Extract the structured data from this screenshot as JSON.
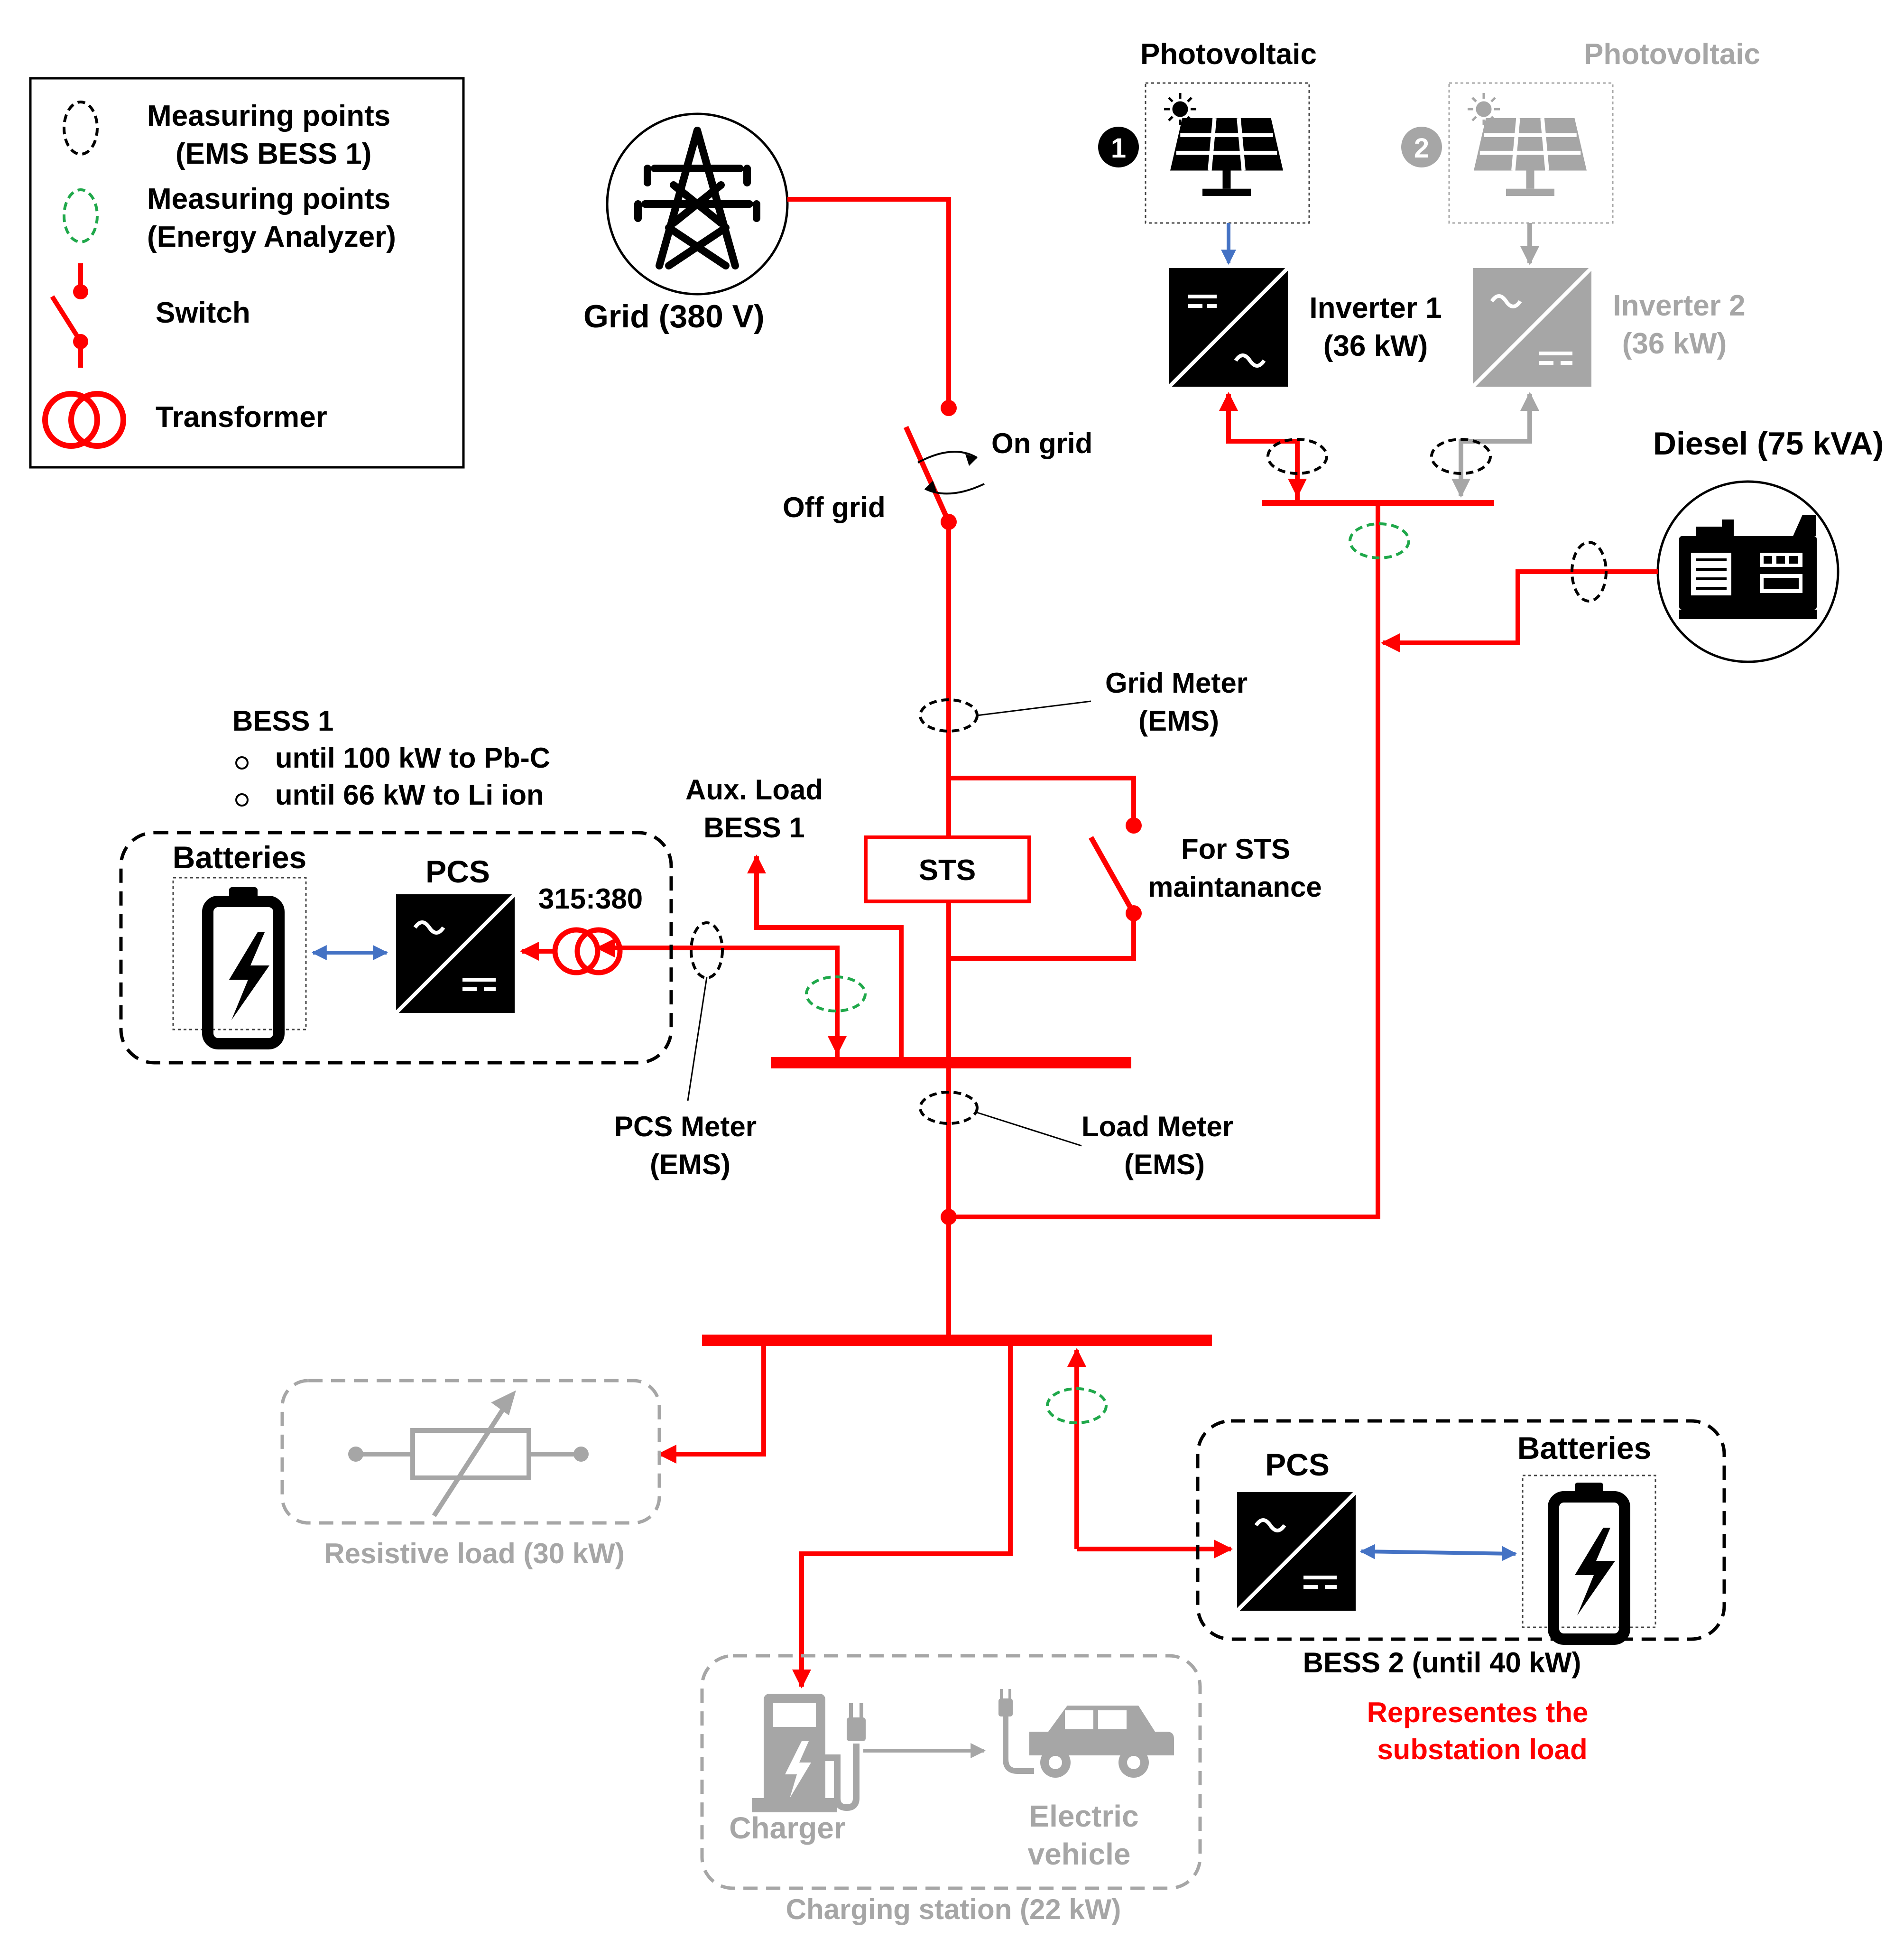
{
  "legend": {
    "mp_ems": "Measuring points",
    "mp_ems_sub": "(EMS BESS 1)",
    "mp_analyzer": "Measuring points",
    "mp_analyzer_sub": "(Energy Analyzer)",
    "switch": "Switch",
    "transformer": "Transformer"
  },
  "grid": {
    "label": "Grid (380 V)"
  },
  "switch_main": {
    "on": "On grid",
    "off": "Off grid"
  },
  "pv1": {
    "title": "Photovoltaic",
    "badge": "1",
    "inverter": "Inverter 1",
    "rating": "(36 kW)"
  },
  "pv2": {
    "title": "Photovoltaic",
    "badge": "2",
    "inverter": "Inverter 2",
    "rating": "(36 kW)"
  },
  "diesel": {
    "label": "Diesel (75 kVA)"
  },
  "meters": {
    "grid": "Grid Meter",
    "grid_sub": "(EMS)",
    "load": "Load Meter",
    "load_sub": "(EMS)",
    "pcs": "PCS Meter",
    "pcs_sub": "(EMS)"
  },
  "sts": {
    "label": "STS",
    "maint1": "For STS",
    "maint2": "maintanance"
  },
  "aux": {
    "line1": "Aux. Load",
    "line2": "BESS 1"
  },
  "bess1": {
    "title": "BESS 1",
    "bullet1": "until 100 kW to Pb-C",
    "bullet2": "until 66 kW to Li ion",
    "batteries": "Batteries",
    "pcs": "PCS",
    "ratio": "315:380"
  },
  "bess2": {
    "pcs": "PCS",
    "batteries": "Batteries",
    "label": "BESS 2 (until 40 kW)",
    "note1": "Representes the",
    "note2": "substation load"
  },
  "loads": {
    "resistive": "Resistive load (30 kW)",
    "charger": "Charger",
    "ev1": "Electric",
    "ev2": "vehicle",
    "station": "Charging station (22 kW)"
  },
  "colors": {
    "power_line": "#ff0000",
    "dc_link": "#4472c4",
    "inactive": "#a6a6a6",
    "analyzer": "#1fa84a"
  }
}
